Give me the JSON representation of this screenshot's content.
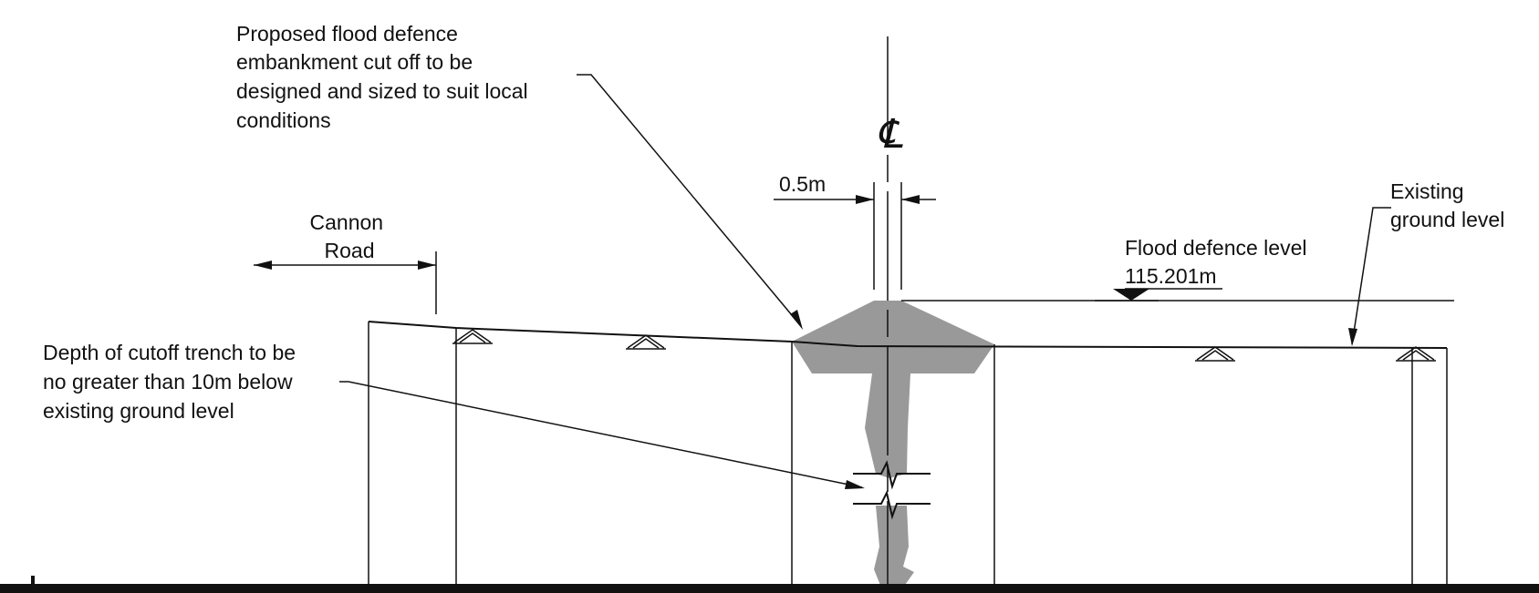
{
  "labels": {
    "cutoff_note": [
      "Proposed flood defence",
      "embankment cut off to be",
      "designed and sized to suit local",
      "conditions"
    ],
    "centerline_symbol": "℄",
    "width_dim": "0.5m",
    "road": [
      "Cannon",
      "Road"
    ],
    "existing_ground": [
      "Existing",
      "ground level"
    ],
    "flood_level": [
      "Flood defence level",
      "115.201m"
    ],
    "depth_note": [
      "Depth of cutoff trench to be",
      "no greater than 10m below",
      "existing ground level"
    ]
  },
  "colors": {
    "line": "#111111",
    "fill": "#999999",
    "bottom_band": "#111111"
  }
}
